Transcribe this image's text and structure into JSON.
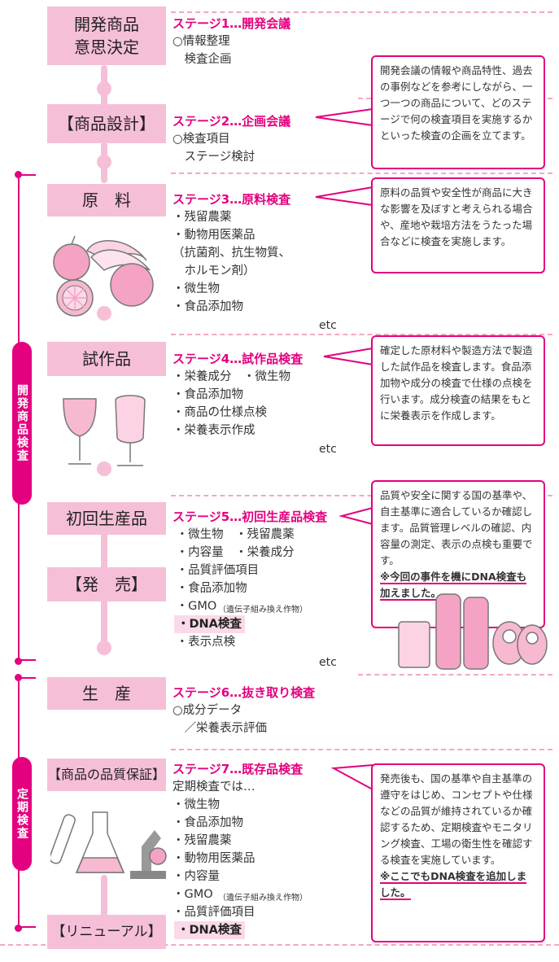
{
  "groups": {
    "development": "開発商品検査",
    "periodic": "定期検査"
  },
  "stages": [
    {
      "box": "開発商品\n意思決定",
      "title": "ステージ1…開発会議",
      "items": "○情報整理\n　検査企画"
    },
    {
      "box": "【商品設計】",
      "title": "ステージ2…企画会議",
      "items": "○検査項目\n　ステージ検討"
    },
    {
      "box": "原　料",
      "title": "ステージ3…原料検査",
      "items": "・残留農薬\n・動物用医薬品\n（抗菌剤、抗生物質、\n　ホルモン剤）\n・微生物\n・食品添加物",
      "etc": "etc"
    },
    {
      "box": "試作品",
      "title": "ステージ4…試作品検査",
      "items": "・栄養成分　・微生物\n・食品添加物\n・商品の仕様点検\n・栄養表示作成",
      "etc": "etc"
    },
    {
      "box": "初回生産品",
      "box2": "【発　売】",
      "title": "ステージ5…初回生産品検査",
      "items": " ・微生物　・残留農薬\n ・内容量　・栄養成分\n ・品質評価項目\n ・食品添加物\n ・GMO",
      "gmo_note": "（遺伝子組み換え作物）",
      "dna": "・DNA検査",
      "items_after": " ・表示点検",
      "etc": "etc"
    },
    {
      "box": "生　産",
      "title": "ステージ6…抜き取り検査",
      "items": "○成分データ\n　／栄養表示評価"
    },
    {
      "box": "【商品の品質保証】",
      "box2": "【リニューアル】",
      "title": "ステージ7…既存品検査",
      "items": "定期検査では…\n・微生物\n・食品添加物\n・残留農薬\n・動物用医薬品\n・内容量\n・GMO",
      "gmo_note": "（遺伝子組み換え作物）",
      "items_after": "・品質評価項目",
      "dna": "・DNA検査"
    }
  ],
  "notes": [
    {
      "text": "開発会議の情報や商品特性、過去の事例などを参考にしながら、一つ一つの商品について、どのステージで何の検査項目を実施するかといった検査の企画を立てます。"
    },
    {
      "text": "原料の品質や安全性が商品に大きな影響を及ぼすと考えられる場合や、産地や栽培方法をうたった場合などに検査を実施します。"
    },
    {
      "text": "確定した原材料や製造方法で製造した試作品を検査します。食品添加物や成分の検査で仕様の点検を行います。成分検査の結果をもとに栄養表示を作成します。"
    },
    {
      "text": "品質や安全に関する国の基準や、自主基準に適合しているか確認します。品質管理レベルの確認、内容量の測定、表示の点検も重要です。",
      "highlight": "※今回の事件を機にDNA検査も加えました。"
    },
    {
      "text": "発売後も、国の基準や自主基準の遵守をはじめ、コンセプトや仕様などの品質が維持されているか確認するため、定期検査やモニタリング検査、工場の衛生性を確認する検査を実施しています。",
      "highlight": "※ここでもDNA検査を追加しました。"
    }
  ],
  "icons": [
    "fruit-illustration",
    "glasses-illustration",
    "drinks-illustration",
    "lab-equipment-illustration"
  ],
  "colors": {
    "accent": "#e4007f",
    "light": "#f6bfd8",
    "dash": "#f2a7c9"
  }
}
